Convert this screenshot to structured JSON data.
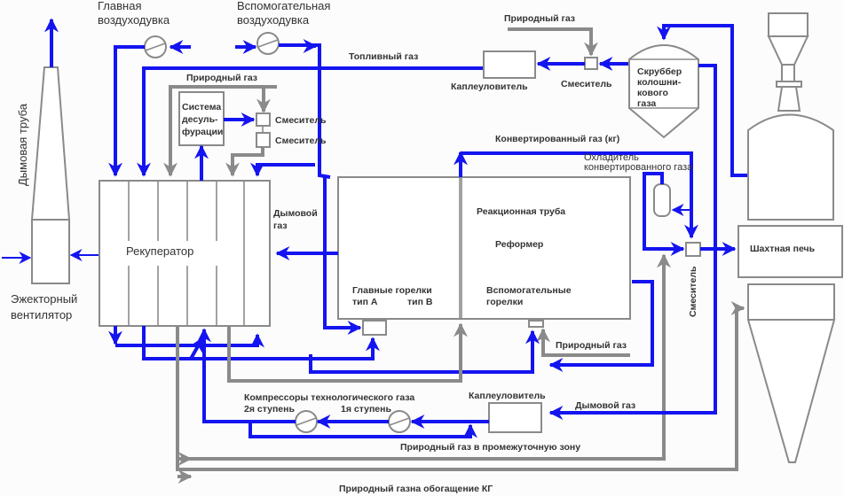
{
  "colors": {
    "flow_blue": "#1414f0",
    "natural_gas_gray": "#8a8a8a",
    "equipment_outline": "#8a8a8a",
    "text": "#333333",
    "background": "#fcfcfc"
  },
  "labels": {
    "main_blower": [
      "Главная",
      "воздуходувка"
    ],
    "aux_blower": [
      "Вспомогательная",
      "воздуходувка"
    ],
    "stack": "Дымовая труба",
    "ejector_fan": [
      "Эжекторный",
      "вентилятор"
    ],
    "recuperator": "Рекуператор",
    "natural_gas_top_left": "Природный газ",
    "desulfurization": [
      "Система",
      "десуль-",
      "фурации"
    ],
    "mixer_1": "Смеситель",
    "mixer_2": "Смеситель",
    "fuel_gas": "Топливный газ",
    "natural_gas_top_right": "Природный газ",
    "mist_eliminator_top": "Каплеуловитель",
    "mixer_top": "Смеситель",
    "top_gas_scrubber": [
      "Скруббер",
      "колошни-",
      "кового",
      "газа"
    ],
    "reformed_gas": "Конвертированный газ (кг)",
    "reformed_gas_cooler": [
      "Охладитель",
      "конвертированного газа"
    ],
    "flue_gas_mid": [
      "Дымовой",
      "газ"
    ],
    "reaction_tube": "Реакционная труба",
    "reformer": "Реформер",
    "main_burners": "Главные горелки",
    "type_a": "тип А",
    "type_b": "тип В",
    "aux_burners": [
      "Вспомогательные",
      "горелки"
    ],
    "natural_gas_aux_burners": "Природный газ",
    "mixer_vertical": "Смеситель",
    "shaft_furnace": "Шахтная печь",
    "compressors": "Компрессоры технологического газа",
    "stage_2": "2я ступень",
    "stage_1": "1я ступень",
    "mist_eliminator_bottom": "Каплеуловитель",
    "flue_gas_bottom": "Дымовой газ",
    "natural_gas_transition_zone": "Природный газ в промежуточную зону",
    "natural_gas_enrichment": "Природный газна обогащение КГ"
  }
}
